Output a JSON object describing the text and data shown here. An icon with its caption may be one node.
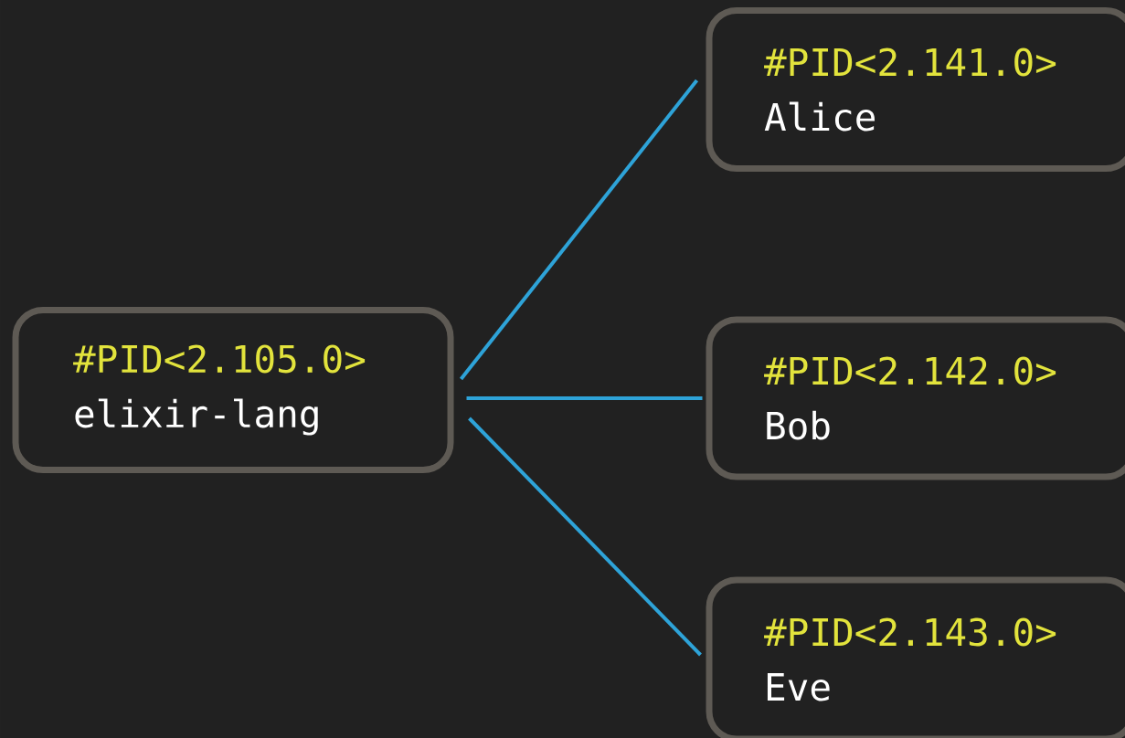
{
  "diagram": {
    "nodes": [
      {
        "text": [
          "#PID<2.105.0>",
          "elixir-lang"
        ]
      },
      {
        "text": [
          "#PID<2.141.0>",
          "Alice"
        ]
      },
      {
        "text": [
          "#PID<2.142.0>",
          "Bob"
        ]
      },
      {
        "text": [
          "#PID<2.143.0>",
          "Eve"
        ]
      }
    ],
    "edges": [
      {
        "from": 0,
        "to": 1,
        "arrow": "none"
      },
      {
        "from": 0,
        "to": 2,
        "arrow": "none"
      },
      {
        "from": 0,
        "to": 3,
        "arrow": "none"
      }
    ]
  }
}
